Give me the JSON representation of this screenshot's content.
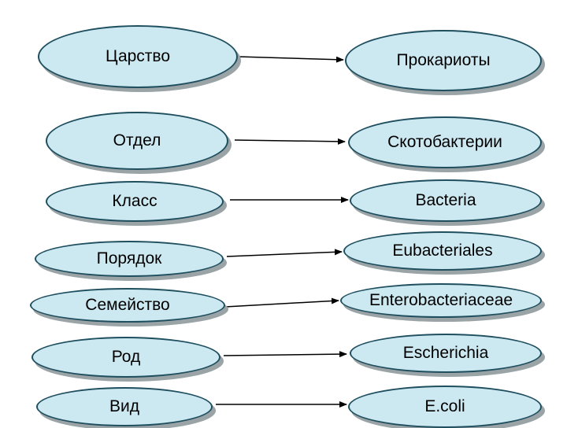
{
  "colors": {
    "oval_fill": "#cce8f0",
    "oval_border": "#1f4f5f",
    "shadow": "#9aa3a6",
    "arrow": "#000000"
  },
  "rows": [
    {
      "rank": "Царство",
      "taxon": "Прокариоты"
    },
    {
      "rank": "Отдел",
      "taxon": "Скотобактерии"
    },
    {
      "rank": "Класс",
      "taxon": "Bacteria"
    },
    {
      "rank": "Порядок",
      "taxon": "Eubacteriales"
    },
    {
      "rank": "Семейство",
      "taxon": "Enterobacteriaceae"
    },
    {
      "rank": "Род",
      "taxon": "Escherichia"
    },
    {
      "rank": "Вид",
      "taxon": "E.coli"
    }
  ]
}
